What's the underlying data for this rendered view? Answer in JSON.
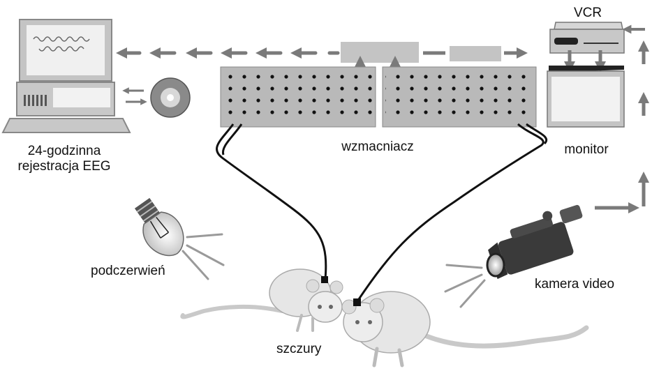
{
  "labels": {
    "eeg_line1": "24-godzinna",
    "eeg_line2": "rejestracja EEG",
    "amplifier": "wzmacniacz",
    "vcr": "VCR",
    "monitor": "monitor",
    "infrared": "podczerwień",
    "camera": "kamera video",
    "rats": "szczury"
  },
  "colors": {
    "arrow": "#7a7a7a",
    "panel": "#b9b9b9",
    "device": "#c8c8c8",
    "cable": "#111111"
  },
  "icons": {
    "computer": "computer-icon",
    "disc": "cd-disc-icon",
    "bulb": "light-bulb-icon",
    "camera": "video-camera-icon",
    "vcr": "vcr-icon",
    "monitor": "monitor-icon",
    "rat": "rat-icon"
  }
}
